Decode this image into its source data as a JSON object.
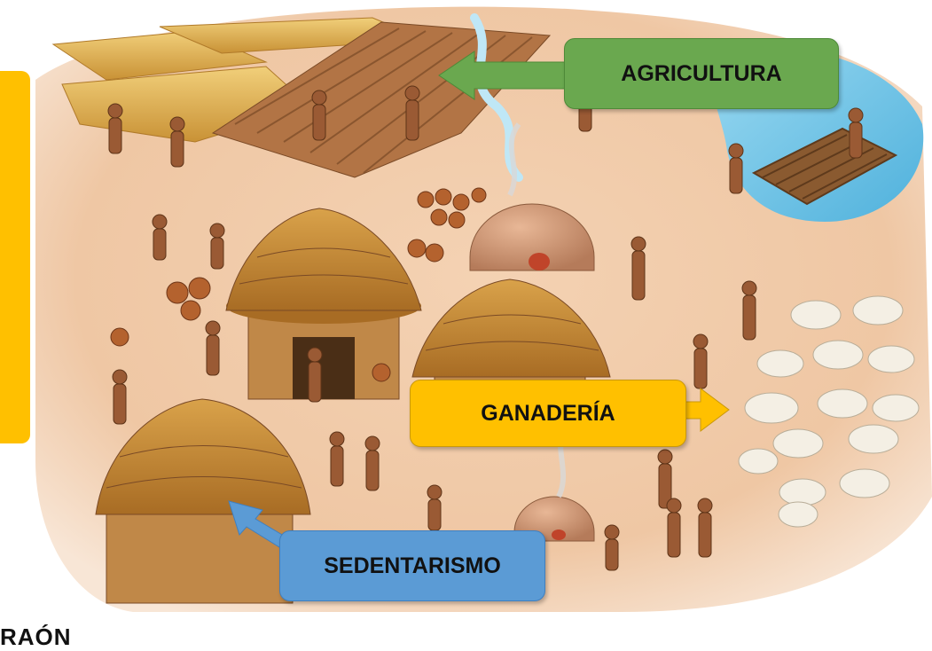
{
  "labels": {
    "agricultura": "AGRICULTURA",
    "ganaderia": "GANADERÍA",
    "sedentarismo": "SEDENTARISMO"
  },
  "bottom_fragment": "RAÓN",
  "icons": [
    "agricultura-arrow-icon",
    "ganaderia-arrow-icon",
    "sedentarismo-arrow-icon"
  ],
  "colors": {
    "agricultura": "#6aa84f",
    "ganaderia": "#ffc000",
    "sedentarismo": "#5b9bd5",
    "sidebar": "#ffc000",
    "ground": "#efc7a4",
    "water": "#6ec6e8"
  }
}
